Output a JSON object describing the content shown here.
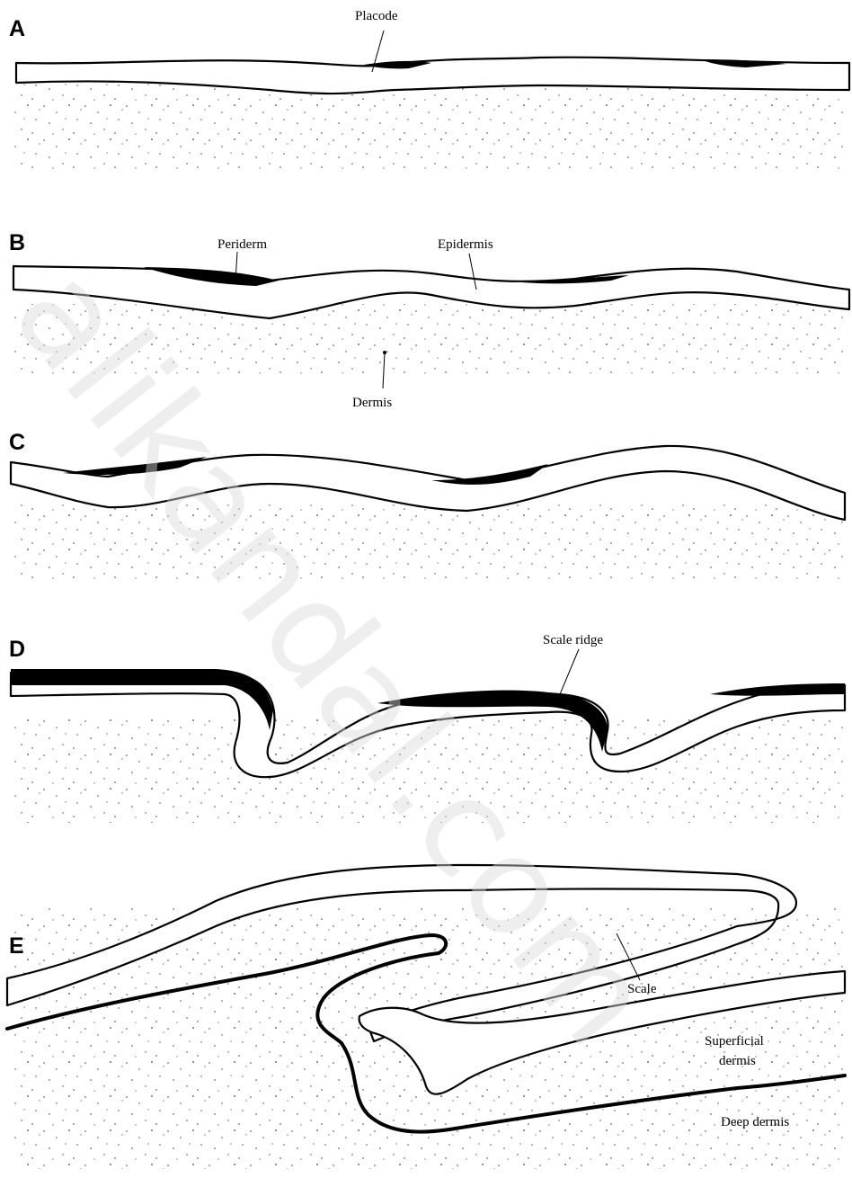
{
  "panels": [
    {
      "letter": "A",
      "labels": [
        "Placode"
      ]
    },
    {
      "letter": "B",
      "labels": [
        "Periderm",
        "Epidermis",
        "Dermis"
      ]
    },
    {
      "letter": "C",
      "labels": []
    },
    {
      "letter": "D",
      "labels": [
        "Scale ridge"
      ]
    },
    {
      "letter": "E",
      "labels": [
        "Scale",
        "Superficial",
        "dermis",
        "Deep dermis"
      ]
    }
  ],
  "watermark": "alikandal.com"
}
